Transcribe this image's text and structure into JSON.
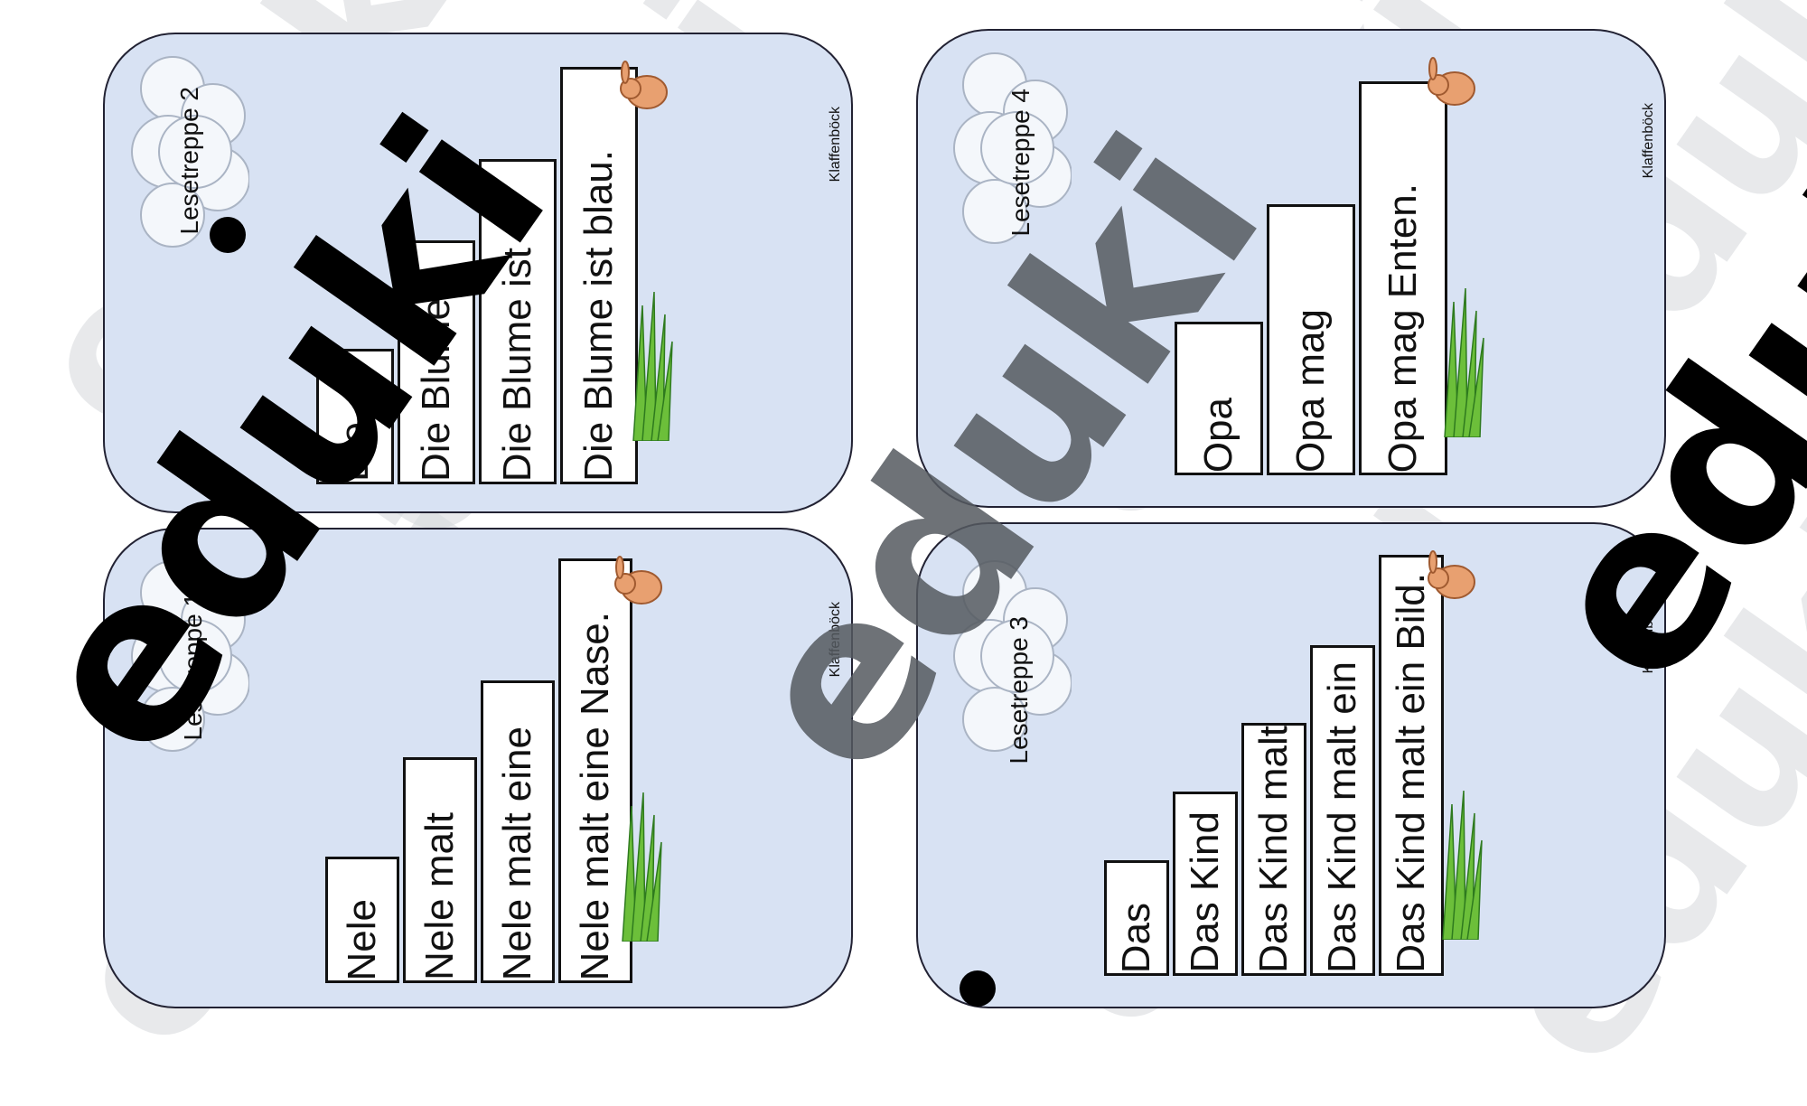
{
  "cards": [
    {
      "title": "Lesetreppe 2",
      "author": "Klaffenböck",
      "steps": [
        "Die",
        "Die Blume",
        "Die Blume ist",
        "Die Blume ist blau."
      ]
    },
    {
      "title": "Lesetreppe 4",
      "author": "Klaffenböck",
      "steps": [
        "Opa",
        "Opa mag",
        "Opa mag Enten."
      ]
    },
    {
      "title": "Lesetreppe 1",
      "author": "Klaffenböck",
      "steps": [
        "Nele",
        "Nele malt",
        "Nele malt eine",
        "Nele malt eine Nase."
      ]
    },
    {
      "title": "Lesetreppe 3",
      "author": "Klaffenböck",
      "steps": [
        "Das",
        "Das Kind",
        "Das Kind malt",
        "Das Kind malt ein",
        "Das Kind malt ein Bild."
      ]
    }
  ],
  "watermark": "eduki",
  "colors": {
    "card_bg": "#d8e2f3",
    "watermark_dark": "#000000",
    "watermark_gray": "#555a60",
    "watermark_faint": "#bfc3c8"
  },
  "icons": [
    "cloud-icon",
    "bunny-icon",
    "grass-icon"
  ]
}
